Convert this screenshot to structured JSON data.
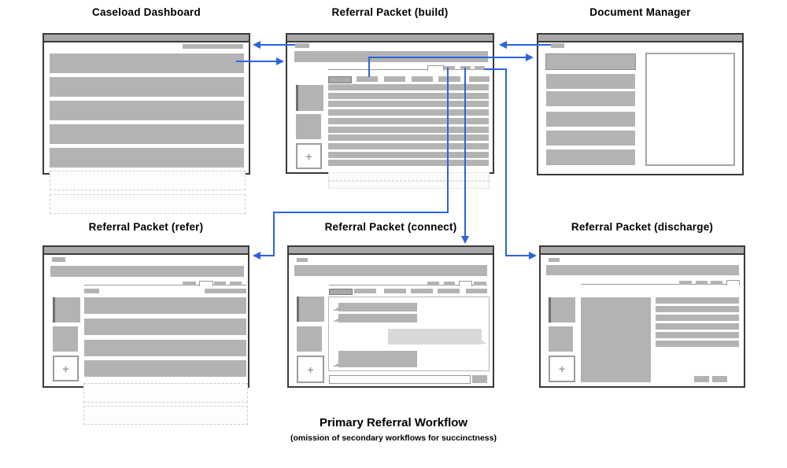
{
  "caption": {
    "title": "Primary Referral Workflow",
    "subtitle": "(omission of secondary workflows for succinctness)"
  },
  "panels": {
    "caseload_dashboard": {
      "title": "Caseload Dashboard"
    },
    "referral_build": {
      "title": "Referral Packet (build)"
    },
    "document_manager": {
      "title": "Document Manager"
    },
    "referral_refer": {
      "title": "Referral Packet (refer)"
    },
    "referral_connect": {
      "title": "Referral Packet (connect)"
    },
    "referral_discharge": {
      "title": "Referral Packet (discharge)"
    }
  },
  "glyphs": {
    "plus": "+"
  },
  "workflow": {
    "arrows": [
      {
        "from": "referral_build.back_chip",
        "to": "caseload_dashboard"
      },
      {
        "from": "caseload_dashboard.row_1",
        "to": "referral_build"
      },
      {
        "from": "document_manager.back_chip",
        "to": "referral_build"
      },
      {
        "from": "referral_build.subtab_2",
        "to": "document_manager"
      },
      {
        "from": "referral_build.tab_2",
        "to": "referral_refer"
      },
      {
        "from": "referral_build.tab_3",
        "to": "referral_connect"
      },
      {
        "from": "referral_build.tab_4",
        "to": "referral_discharge"
      }
    ]
  },
  "colors": {
    "accent": "#2e63e0",
    "ink": "#3a3a3a",
    "titlebar": "#a9a9a9",
    "bar": "#b3b3b3",
    "barlight": "#d9d9d9",
    "line": "#9a9a9a",
    "ghostb": "#cfcfcf",
    "seledge": "#6f6f6f",
    "plusb": "#9c9c9c"
  }
}
